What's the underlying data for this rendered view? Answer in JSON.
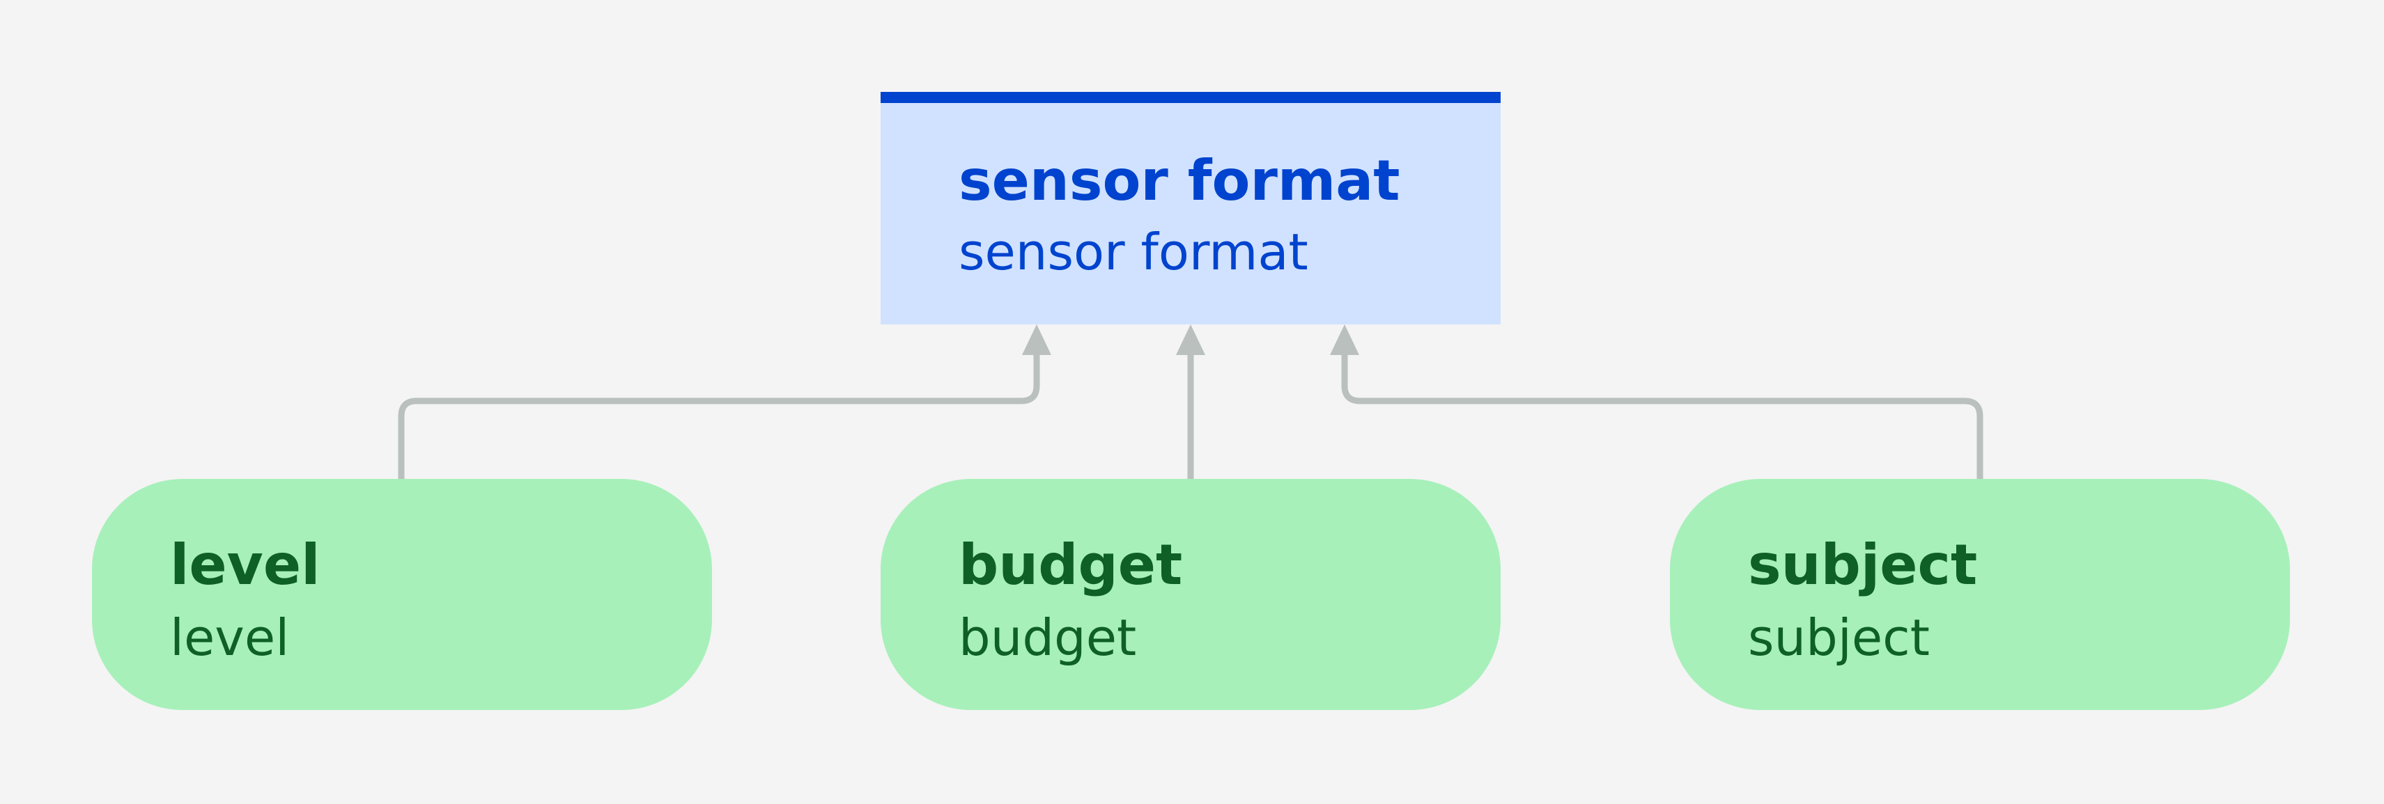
{
  "diagram": {
    "parent": {
      "title": "sensor format",
      "subtitle": "sensor format"
    },
    "children": [
      {
        "title": "level",
        "subtitle": "level"
      },
      {
        "title": "budget",
        "subtitle": "budget"
      },
      {
        "title": "subject",
        "subtitle": "subject"
      }
    ],
    "colors": {
      "background": "#f4f4f4",
      "parent_fill": "#d0e2ff",
      "parent_accent": "#0043ce",
      "child_fill": "#a7f0ba",
      "child_text": "#0e6027",
      "connector": "#b9c0be"
    }
  }
}
